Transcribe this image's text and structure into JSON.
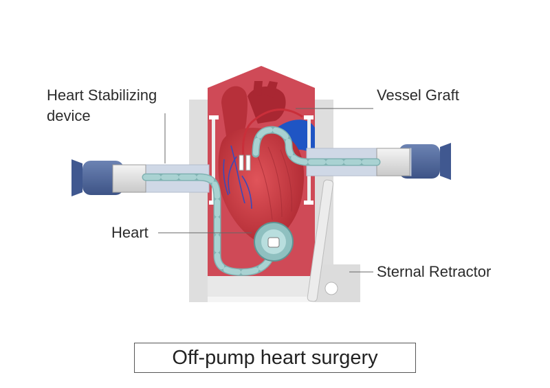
{
  "labels": {
    "stabilizer_line1": "Heart Stabilizing",
    "stabilizer_line2": "device",
    "vessel_graft": "Vessel Graft",
    "heart": "Heart",
    "sternal_retractor": "Sternal Retractor"
  },
  "title": "Off-pump heart surgery",
  "colors": {
    "tissue": "#cf4a57",
    "heart": "#c9343c",
    "vessel_blue": "#1f55c4",
    "handle": "#4a6294",
    "tube": "#9fc9c9",
    "metal": "#dcdcdc"
  }
}
